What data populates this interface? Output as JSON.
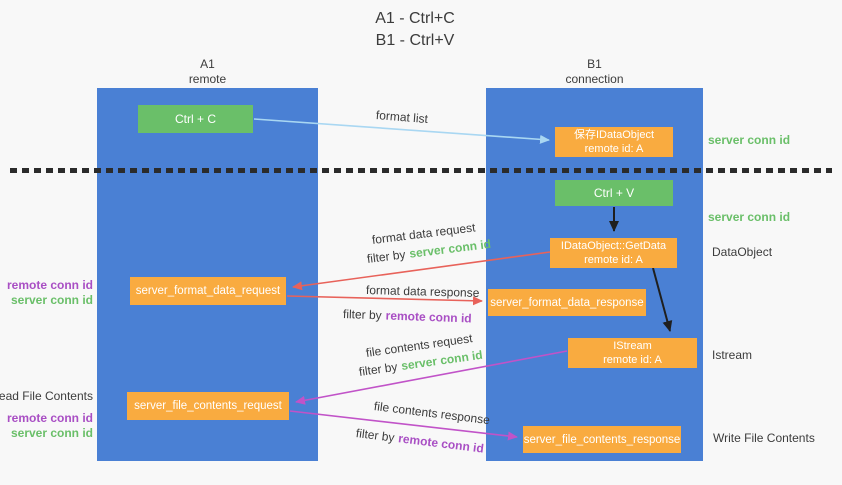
{
  "title": {
    "line1": "A1 - Ctrl+C",
    "line2": "B1 - Ctrl+V"
  },
  "columns": {
    "a1": {
      "name": "A1",
      "subtitle": "remote"
    },
    "b1": {
      "name": "B1",
      "subtitle": "connection"
    }
  },
  "nodes": {
    "ctrl_c": {
      "label": "Ctrl + C"
    },
    "save_idataobject": {
      "line1": "保存IDataObject",
      "line2": "remote id: A"
    },
    "ctrl_v": {
      "label": "Ctrl + V"
    },
    "getdata": {
      "line1": "IDataObject::GetData",
      "line2": "remote id: A"
    },
    "format_request": {
      "label": "server_format_data_request"
    },
    "format_response": {
      "label": "server_format_data_response"
    },
    "istream": {
      "line1": "IStream",
      "line2": "remote id: A"
    },
    "file_request": {
      "label": "server_file_contents_request"
    },
    "file_response": {
      "label": "server_file_contents_response"
    }
  },
  "arrow_labels": {
    "format_list": "format list",
    "format_data_request": "format data request",
    "format_data_response": "format data response",
    "file_contents_request": "file contents request",
    "file_contents_response": "file contents response",
    "filter_by": "filter by",
    "server_conn_id": "server conn id",
    "remote_conn_id": "remote conn id"
  },
  "side_labels": {
    "server_conn_id_top": "server conn id",
    "server_conn_id_mid": "server conn id",
    "dataobject": "DataObject",
    "istream": "Istream",
    "write_file_contents": "Write File Contents",
    "read_file_contents": "Read File Contents",
    "remote_conn_id": "remote conn id",
    "server_conn_id": "server conn id"
  },
  "colors": {
    "background": "#f8f8f8",
    "column_blue": "#4a80d4",
    "green": "#6abf69",
    "orange": "#f9ab40",
    "red_arrow": "#e8625a",
    "magenta_arrow": "#c153c8",
    "purple_text": "#a94fc4",
    "light_blue_arrow": "#a9d7f2",
    "black_arrow": "#1f1f1f",
    "dark_text": "#3c3c3c"
  }
}
